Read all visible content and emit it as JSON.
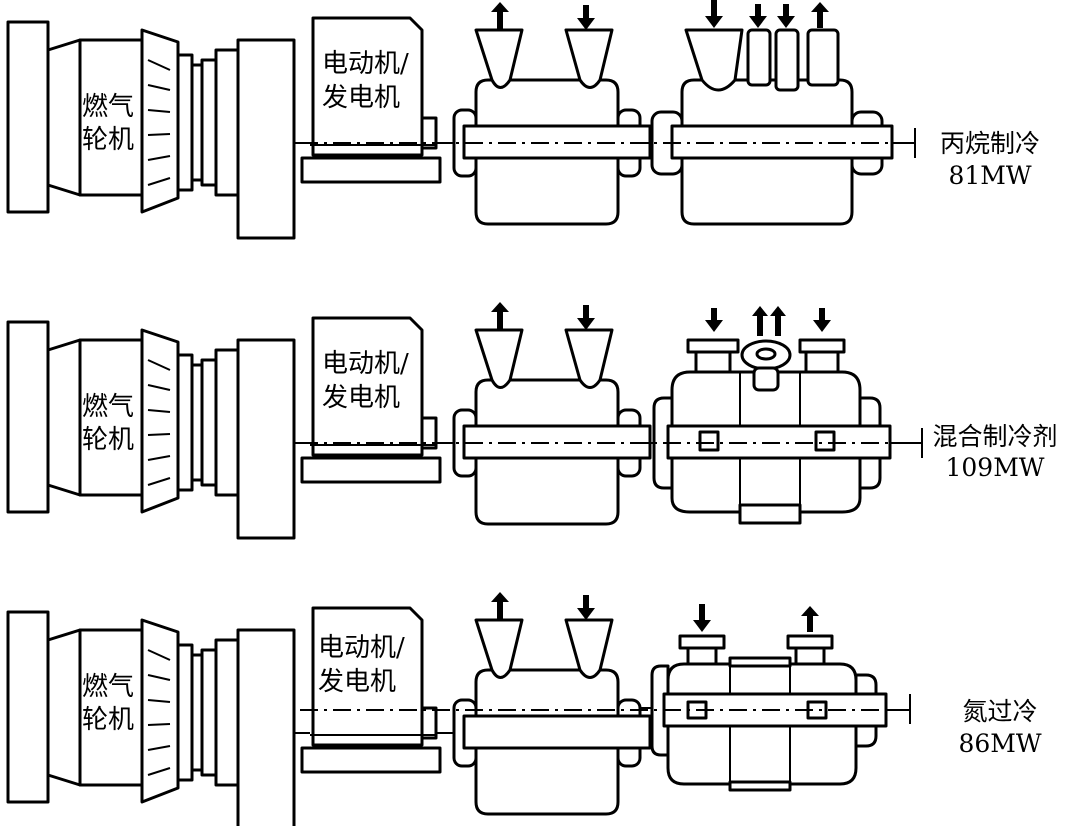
{
  "trains": [
    {
      "gas_turbine_label": [
        "燃气",
        "轮机"
      ],
      "motor_label": [
        "电动机/",
        "发电机"
      ],
      "service_label": "丙烷制冷",
      "power_label": "81MW"
    },
    {
      "gas_turbine_label": [
        "燃气",
        "轮机"
      ],
      "motor_label": [
        "电动机/",
        "发电机"
      ],
      "service_label": "混合制冷剂",
      "power_label": "109MW"
    },
    {
      "gas_turbine_label": [
        "燃气",
        "轮机"
      ],
      "motor_label": [
        "电动机/",
        "发电机"
      ],
      "service_label": "氮过冷",
      "power_label": "86MW"
    }
  ],
  "colors": {
    "line": "#000000",
    "fill": "#ffffff"
  }
}
